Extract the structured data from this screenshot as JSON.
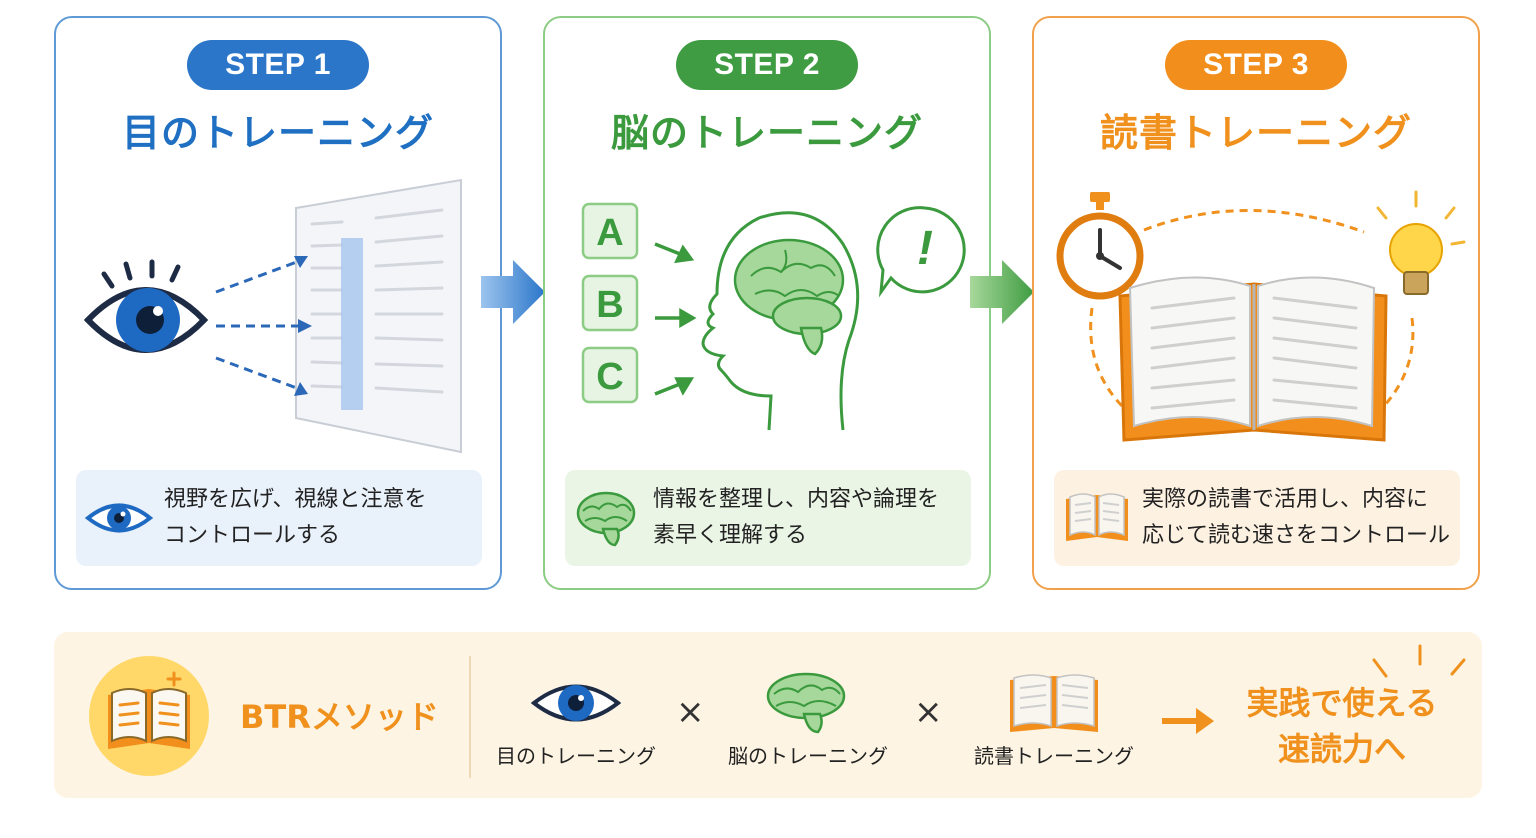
{
  "steps": [
    {
      "label": "STEP 1",
      "title": "目のトレーニング",
      "desc": [
        "視野を広げ、視線と注意を",
        "コントロールする"
      ]
    },
    {
      "label": "STEP 2",
      "title": "脳のトレーニング",
      "desc": [
        "情報を整理し、内容や論理を",
        "素早く理解する"
      ],
      "options": [
        "A",
        "B",
        "C"
      ],
      "bubble": "!"
    },
    {
      "label": "STEP 3",
      "title": "読書トレーニング",
      "desc": [
        "実際の読書で活用し、内容に",
        "応じて読む速さをコントロール"
      ]
    }
  ],
  "summary": {
    "method": "BTRメソッド",
    "items": [
      "目のトレーニング",
      "脳のトレーニング",
      "読書トレーニング"
    ],
    "times": "×",
    "result": [
      "実践で使える",
      "速読力へ"
    ]
  },
  "colors": {
    "blue": "#1f6fc2",
    "green": "#3a9a3d",
    "orange": "#f0901d"
  }
}
